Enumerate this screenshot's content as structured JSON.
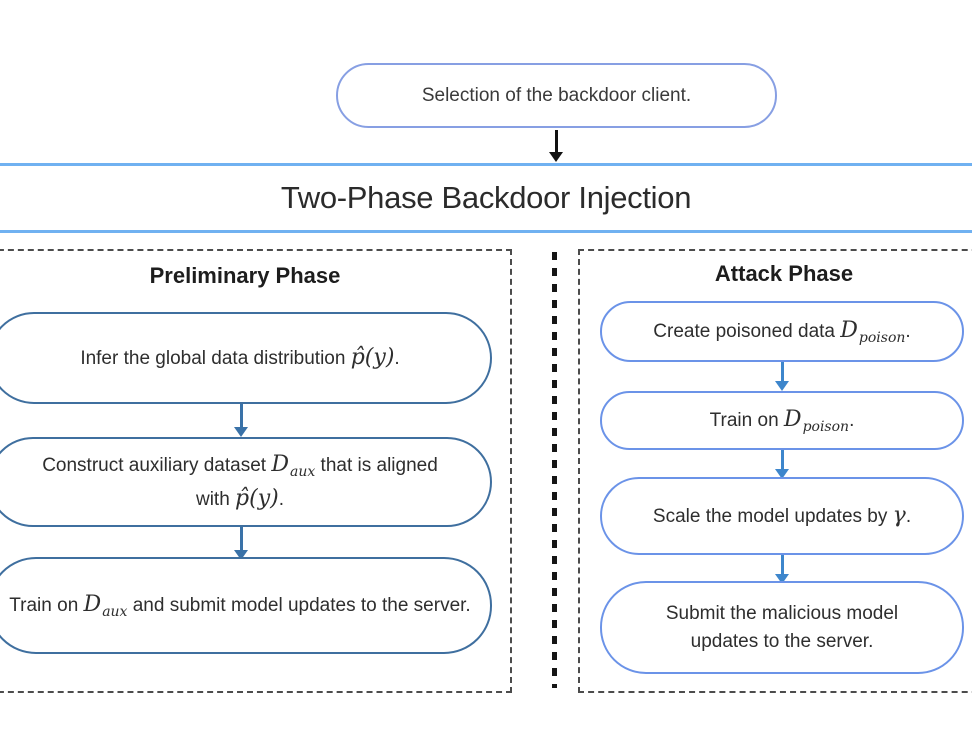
{
  "colors": {
    "top_box_border": "#879fe3",
    "banner_line": "#70b1f1",
    "left_box_border": "#3f6f9f",
    "left_arrow": "#3a72a8",
    "right_box_border": "#6b93e8",
    "right_arrow": "#3d86cc",
    "dashed_panel_border": "#4c4c4c",
    "separator": "#151515",
    "text": "#2e2e2e"
  },
  "top_flow": {
    "selection_label": "Selection of the backdoor client."
  },
  "banner": {
    "title": "Two-Phase Backdoor Injection"
  },
  "phases": {
    "preliminary": {
      "title": "Preliminary Phase",
      "steps": [
        {
          "segments": [
            {
              "k": "t",
              "v": "Infer the global data distribution "
            },
            {
              "k": "m",
              "v": "p̂(y)"
            },
            {
              "k": "t",
              "v": "."
            }
          ]
        },
        {
          "segments": [
            {
              "k": "t",
              "v": "Construct auxiliary dataset "
            },
            {
              "k": "m",
              "v": "D"
            },
            {
              "k": "s",
              "v": "aux"
            },
            {
              "k": "t",
              "v": " that is aligned with "
            },
            {
              "k": "m",
              "v": "p̂(y)"
            },
            {
              "k": "t",
              "v": "."
            }
          ]
        },
        {
          "segments": [
            {
              "k": "t",
              "v": "Train on "
            },
            {
              "k": "m",
              "v": "D"
            },
            {
              "k": "s",
              "v": "aux"
            },
            {
              "k": "t",
              "v": " and submit model updates to the server."
            }
          ]
        }
      ]
    },
    "attack": {
      "title": "Attack Phase",
      "steps": [
        {
          "segments": [
            {
              "k": "t",
              "v": "Create poisoned data "
            },
            {
              "k": "m",
              "v": "D"
            },
            {
              "k": "s",
              "v": "poison"
            },
            {
              "k": "t",
              "v": "."
            }
          ]
        },
        {
          "segments": [
            {
              "k": "t",
              "v": "Train on "
            },
            {
              "k": "m",
              "v": "D"
            },
            {
              "k": "s",
              "v": "poison"
            },
            {
              "k": "t",
              "v": "."
            }
          ]
        },
        {
          "segments": [
            {
              "k": "t",
              "v": "Scale the model updates by "
            },
            {
              "k": "m",
              "v": "γ"
            },
            {
              "k": "t",
              "v": "."
            }
          ]
        },
        {
          "segments": [
            {
              "k": "t",
              "v": "Submit the malicious model updates to the server."
            }
          ]
        }
      ]
    }
  }
}
